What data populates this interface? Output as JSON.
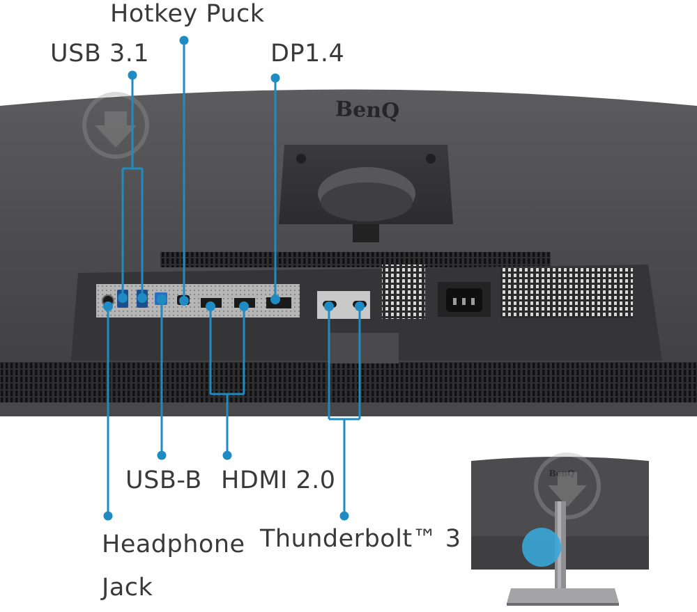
{
  "labels": {
    "hotkey_puck": "Hotkey Puck",
    "usb_31": "USB 3.1",
    "dp14": "DP1.4",
    "usb_b": "USB-B",
    "hdmi20": "HDMI 2.0",
    "headphone_line1": "Headphone",
    "headphone_line2": "Jack",
    "thunderbolt": "Thunderbolt™ 3"
  },
  "brand": {
    "logo_text": "BenQ",
    "logo_text_small": "BenQ"
  },
  "colors": {
    "accent": "#1e8bc3",
    "monitor_body": "#4a4a4c",
    "panel": "#b9b9b9",
    "label_text": "#3a3a3a",
    "highlight": "#3aa6d8"
  }
}
